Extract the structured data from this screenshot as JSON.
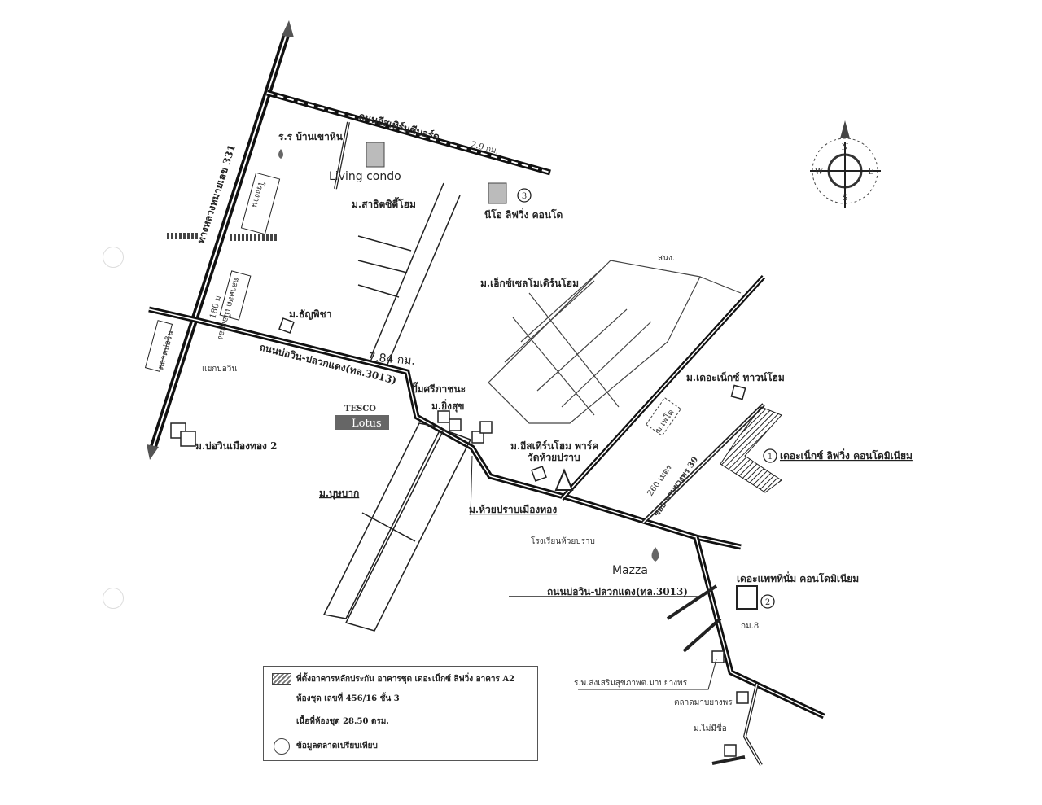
{
  "roads": {
    "highway_331": "ทางหลวงหมายเลข 331",
    "eastern_seaboard": "ถนนอีสเทิร์นซีบอร์ด",
    "eastern_seaboard_distance": "2.9 กม.",
    "road_3013": "ถนนบ่อวิน-ปลวกแดง(ทล.3013)",
    "road_3013_distance": "7.84 กม.",
    "road_3013_callout": "ถนนบ่อวิน-ปลวกแดง(ทล.3013)",
    "soi_30": "ซอย มาบยางพร 30",
    "soi_30_distance": "260 เมตร",
    "market_distance": "180 ม."
  },
  "places": {
    "school_khao_hin": "ร.ร บ้านเขาหิน",
    "living_condo": "Living condo",
    "sathit_city_home": "ม.สาธิตซิตี้โฮม",
    "neo_living": "นีโอ ลิฟวิ่ง คอนโด",
    "factory": "โรงงาน",
    "fresh_market": "ตลาดสด เมืองทอง",
    "tanya": "ม.ธัญพิชา",
    "bowin_market": "ตลาดบ่อวิน",
    "bowin_junction": "แยกบ่อวิน",
    "bowin_muang_thong_2": "ม.บ่อวินเมืองทอง 2",
    "tesco": "TESCO",
    "lotus": "Lotus",
    "gas_station": "ปั๊มศรีภาชนะ",
    "ying_suk": "ม.ยิ่งสุข",
    "butsabok": "ม.บุษบาก",
    "excel_modern_home": "ม.เอ็กซ์เซลโมเดิร์นโฮม",
    "office": "สนง.",
    "eastern_home_park": "ม.อีสเทิร์นโฮม พาร์ค",
    "wat_huai_prab": "วัดห้วยปราบ",
    "huai_prab_muang_thong": "ม.ห้วยปราบเมืองทอง",
    "huai_prab_school": "โรงเรียนห้วยปราบ",
    "peko": "ม.เพโค",
    "next_townhome": "ม.เดอะเน็กซ์ ทาวน์โฮม",
    "next_living": "เดอะเน็กซ์ ลิฟวิ่ง คอนโดมิเนียม",
    "mazza": "Mazza",
    "platinum_condo": "เดอะแพททินั่ม คอนโดมิเนียม",
    "km8": "กม.8",
    "health_center": "ร.พ.ส่งเสริมสุขภาพต.มาบยางพร",
    "mabyangporn_market": "ตลาดมาบยางพร",
    "no_name_village": "ม.ไม่มีชื่อ"
  },
  "markers": {
    "m1": "1",
    "m2": "2",
    "m3": "3"
  },
  "compass": {
    "n": "N",
    "e": "E",
    "s": "S",
    "w": "W"
  },
  "legend": {
    "subject_line1": "ที่ตั้งอาคารหลักประกัน อาคารชุด เดอะเน็กซ์ ลิฟวิ่ง อาคาร A2",
    "subject_line2": "ห้องชุด เลขที่ 456/16  ชั้น 3",
    "subject_line3": "เนื้อที่ห้องชุด 28.50 ตรม.",
    "comparables": "ข้อมูลตลาดเปรียบเทียบ"
  }
}
